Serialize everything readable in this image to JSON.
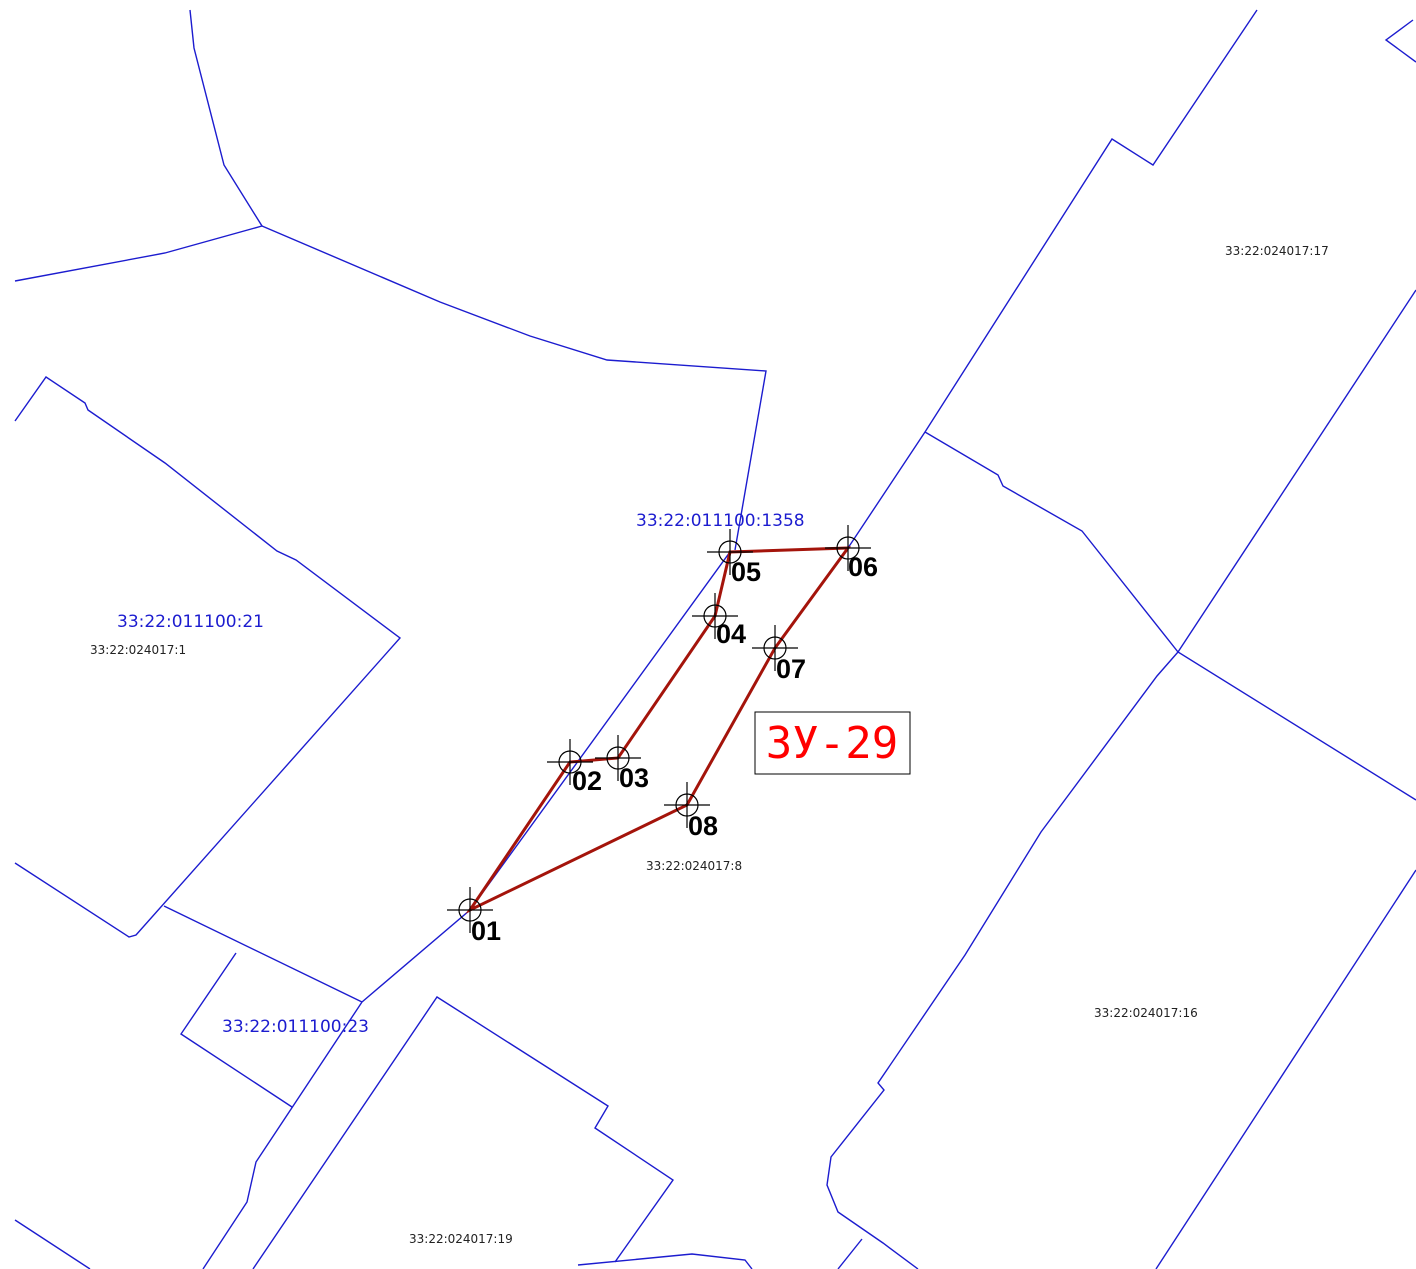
{
  "parcels": {
    "p1358": "33:22:011100:1358",
    "p21": "33:22:011100:21",
    "p23": "33:22:011100:23",
    "p17": "33:22:024017:17",
    "p1": "33:22:024017:1",
    "p8": "33:22:024017:8",
    "p16": "33:22:024017:16",
    "p19": "33:22:024017:19"
  },
  "plot": {
    "name": "ЗУ-29",
    "color": "#a4140b",
    "label_color": "#ff0000",
    "points": [
      "01",
      "02",
      "03",
      "04",
      "05",
      "06",
      "07",
      "08"
    ]
  },
  "colors": {
    "boundary": "#1c1ccf",
    "marker": "#000000"
  }
}
